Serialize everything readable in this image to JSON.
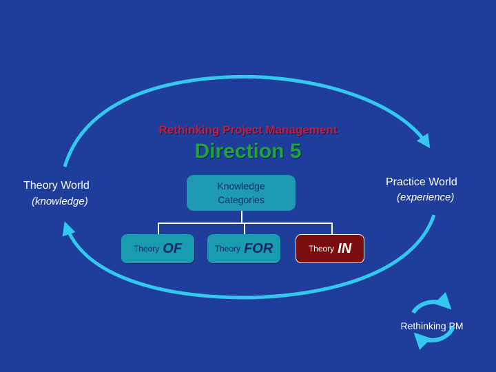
{
  "slide": {
    "title": "Rethinking Project Management",
    "subtitle": "Direction 5",
    "theory_world": {
      "label": "Theory World",
      "sub": "(knowledge)"
    },
    "practice_world": {
      "label": "Practice World",
      "sub": "(experience)"
    },
    "categories": {
      "line1": "Knowledge",
      "line2": "Categories"
    },
    "theories": [
      {
        "small": "Theory",
        "big": "OF",
        "highlighted": false
      },
      {
        "small": "Theory",
        "big": "FOR",
        "highlighted": false
      },
      {
        "small": "Theory",
        "big": "IN",
        "highlighted": true
      }
    ],
    "footer_label": "Rethinking PM"
  },
  "colors": {
    "background": "#1f3d9a",
    "cycle_arrows": "#34c8ee",
    "title": "#c41e3a",
    "subtitle": "#1fa33a",
    "box_teal": "#1e9ab3",
    "box_highlight": "#7a0e0e"
  },
  "icons": {
    "cycle": "circular-arrows-icon",
    "big_cycle": "cycle-arrows-icon"
  }
}
